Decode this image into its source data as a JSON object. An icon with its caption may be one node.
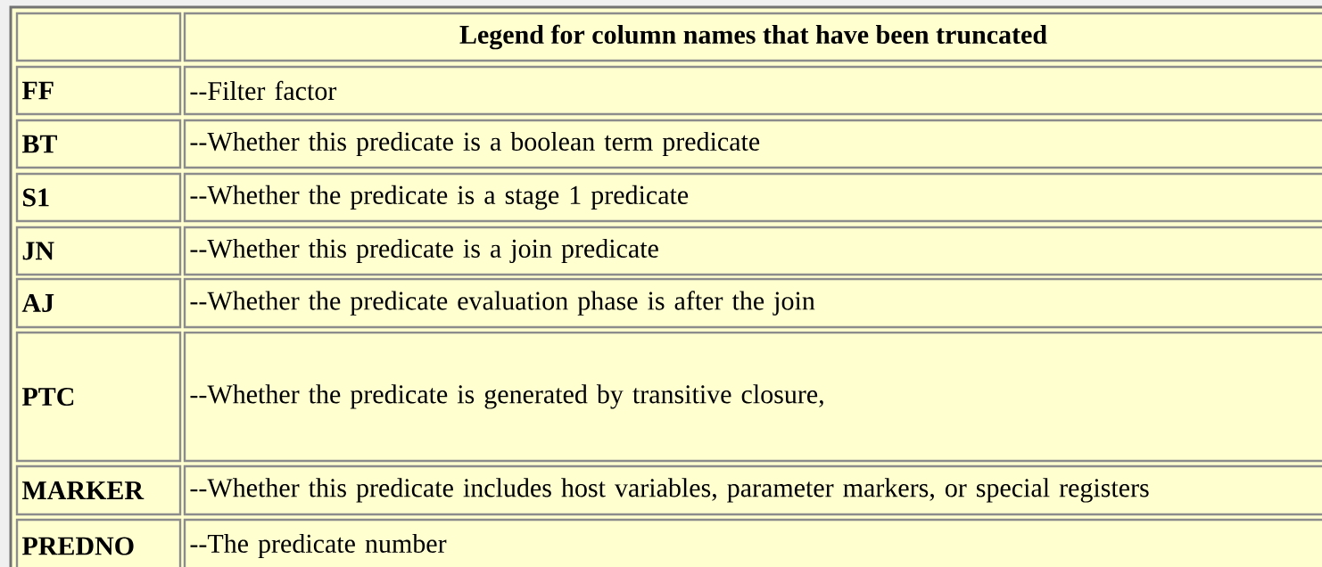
{
  "diagram": {
    "labels": [
      "Legend for column names that have been truncated",
      "FF",
      "--Filter factor",
      "BT",
      "--Whether this predicate is a boolean term predicate",
      "S1",
      "--Whether the predicate is a stage 1 predicate",
      "JN",
      "--Whether this predicate is a join predicate",
      "AJ",
      "--Whether the predicate evaluation phase is after the join",
      "PTC",
      "--Whether the predicate is generated by transitive closure,",
      "MARKER",
      "--Whether this predicate includes host variables, parameter markers, or special registers",
      "PREDNO",
      "--The predicate number"
    ]
  }
}
